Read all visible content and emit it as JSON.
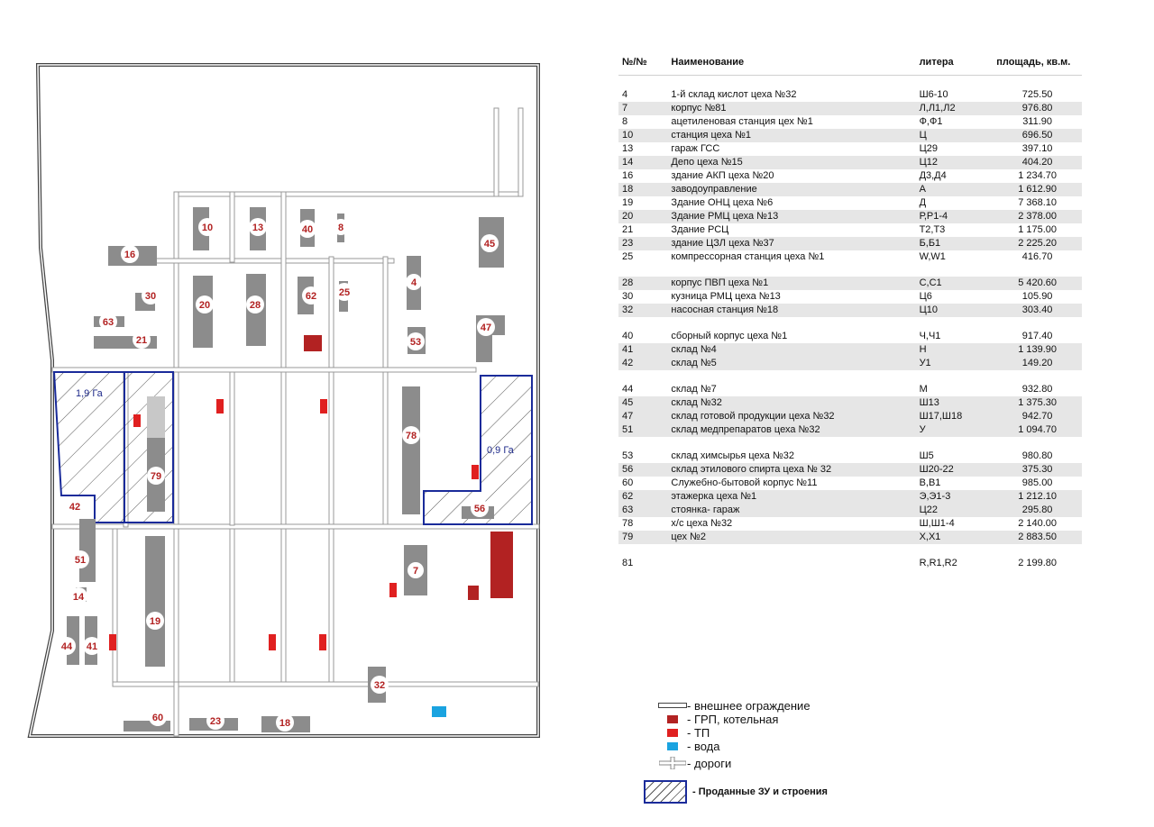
{
  "table": {
    "headers": {
      "no": "№/№",
      "name": "Наименование",
      "litera": "литера",
      "area": "площадь, кв.м."
    },
    "rows": [
      {
        "no": "4",
        "name": "1-й склад кислот цеха №32",
        "litera": "Ш6-10",
        "area": "725.50"
      },
      {
        "no": "7",
        "name": "корпус №81",
        "litera": "Л,Л1,Л2",
        "area": "976.80"
      },
      {
        "no": "8",
        "name": "ацетиленовая станция цех №1",
        "litera": "Ф,Ф1",
        "area": "311.90"
      },
      {
        "no": "10",
        "name": "станция цеха №1",
        "litera": "Ц",
        "area": "696.50"
      },
      {
        "no": "13",
        "name": "гараж ГСС",
        "litera": "Ц29",
        "area": "397.10"
      },
      {
        "no": "14",
        "name": "Депо цеха №15",
        "litera": "Ц12",
        "area": "404.20"
      },
      {
        "no": "16",
        "name": "здание АКП цеха №20",
        "litera": "Д3,Д4",
        "area": "1 234.70"
      },
      {
        "no": "18",
        "name": "заводоуправление",
        "litera": "А",
        "area": "1 612.90"
      },
      {
        "no": "19",
        "name": "Здание ОНЦ цеха №6",
        "litera": "Д",
        "area": "7 368.10"
      },
      {
        "no": "20",
        "name": "Здание РМЦ цеха №13",
        "litera": "Р,Р1-4",
        "area": "2 378.00"
      },
      {
        "no": "21",
        "name": "Здание РСЦ",
        "litera": "Т2,Т3",
        "area": "1 175.00"
      },
      {
        "no": "23",
        "name": "здание ЦЗЛ цеха №37",
        "litera": "Б,Б1",
        "area": "2 225.20"
      },
      {
        "no": "25",
        "name": "компрессорная станция цеха №1",
        "litera": "W,W1",
        "area": "416.70"
      },
      {
        "no": "28",
        "name": "корпус ПВП цеха №1",
        "litera": "С,С1",
        "area": "5 420.60"
      },
      {
        "no": "30",
        "name": "кузница РМЦ цеха №13",
        "litera": "Ц6",
        "area": "105.90"
      },
      {
        "no": "32",
        "name": "насосная станция №18",
        "litera": "Ц10",
        "area": "303.40"
      },
      {
        "no": "40",
        "name": "сборный корпус цеха №1",
        "litera": "Ч,Ч1",
        "area": "917.40"
      },
      {
        "no": "41",
        "name": "склад №4",
        "litera": "Н",
        "area": "1 139.90"
      },
      {
        "no": "42",
        "name": "склад №5",
        "litera": "У1",
        "area": "149.20"
      },
      {
        "no": "44",
        "name": "склад №7",
        "litera": "М",
        "area": "932.80"
      },
      {
        "no": "45",
        "name": "склад №32",
        "litera": "Ш13",
        "area": "1 375.30"
      },
      {
        "no": "47",
        "name": "склад готовой продукции цеха №32",
        "litera": "Ш17,Ш18",
        "area": "942.70"
      },
      {
        "no": "51",
        "name": "склад медпрепаратов цеха №32",
        "litera": "У",
        "area": "1 094.70"
      },
      {
        "no": "53",
        "name": "склад химсырья цеха №32",
        "litera": "Ш5",
        "area": "980.80"
      },
      {
        "no": "56",
        "name": "склад этилового спирта цеха № 32",
        "litera": "Ш20-22",
        "area": "375.30"
      },
      {
        "no": "60",
        "name": "Служебно-бытовой корпус №11",
        "litera": "В,В1",
        "area": "985.00"
      },
      {
        "no": "62",
        "name": "этажерка цеха №1",
        "litera": "Э,Э1-3",
        "area": "1 212.10"
      },
      {
        "no": "63",
        "name": "стоянка- гараж",
        "litera": "Ц22",
        "area": "295.80"
      },
      {
        "no": "78",
        "name": "х/с цеха №32",
        "litera": "Ш,Ш1-4",
        "area": "2 140.00"
      },
      {
        "no": "79",
        "name": "цех №2",
        "litera": "Х,Х1",
        "area": "2 883.50"
      },
      {
        "no": "81",
        "name": "",
        "litera": "R,R1,R2",
        "area": "2 199.80"
      }
    ]
  },
  "map": {
    "sold_area_left": "1,9 Га",
    "sold_area_right": "0,9 Га",
    "buildings": [
      "10",
      "13",
      "40",
      "8",
      "16",
      "45",
      "30",
      "20",
      "28",
      "62",
      "25",
      "4",
      "63",
      "21",
      "53",
      "47",
      "78",
      "79",
      "42",
      "56",
      "51",
      "7",
      "14",
      "19",
      "44",
      "41",
      "32",
      "60",
      "23",
      "18"
    ]
  },
  "legend": {
    "fence": "- внешнее ограждение",
    "grp": "- ГРП, котельная",
    "tp": "- ТП",
    "water": "- вода",
    "roads": "- дороги",
    "sold": "- Проданные ЗУ и строения"
  },
  "colors": {
    "building": "#8c8c8c",
    "grp": "#b22222",
    "tp": "#e02020",
    "water": "#1aa3e0",
    "sold_border": "#1a2b9a"
  }
}
